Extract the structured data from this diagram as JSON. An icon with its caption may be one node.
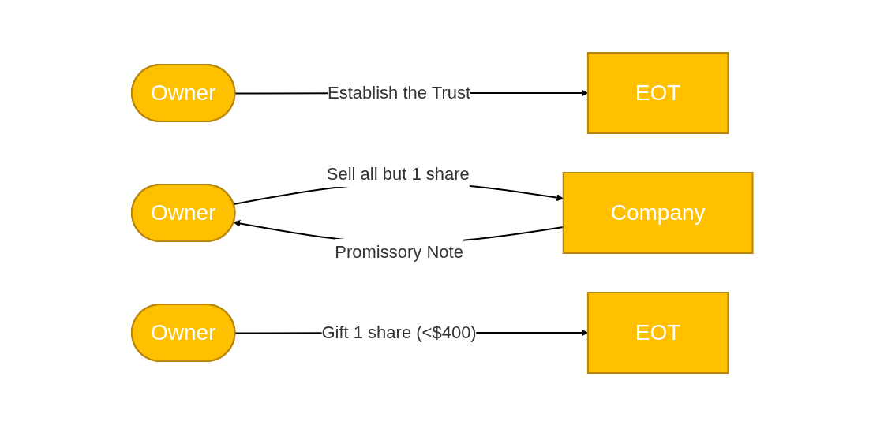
{
  "diagram": {
    "nodes": [
      {
        "text": [
          "Owner"
        ]
      },
      {
        "text": [
          "EOT"
        ]
      },
      {
        "text": [
          "Owner"
        ]
      },
      {
        "text": [
          "Company"
        ]
      },
      {
        "text": [
          "Owner"
        ]
      },
      {
        "text": [
          "EOT"
        ]
      }
    ],
    "edges": [
      {
        "from": 0,
        "to": 1,
        "arrow": "to",
        "label": "Establish the Trust"
      },
      {
        "from": 2,
        "to": 3,
        "arrow": "to",
        "label": "Sell all but 1 share"
      },
      {
        "from": 3,
        "to": 2,
        "arrow": "to",
        "label": "Promissory Note"
      },
      {
        "from": 4,
        "to": 5,
        "arrow": "to",
        "label": "Gift 1 share (<$400)"
      }
    ]
  }
}
